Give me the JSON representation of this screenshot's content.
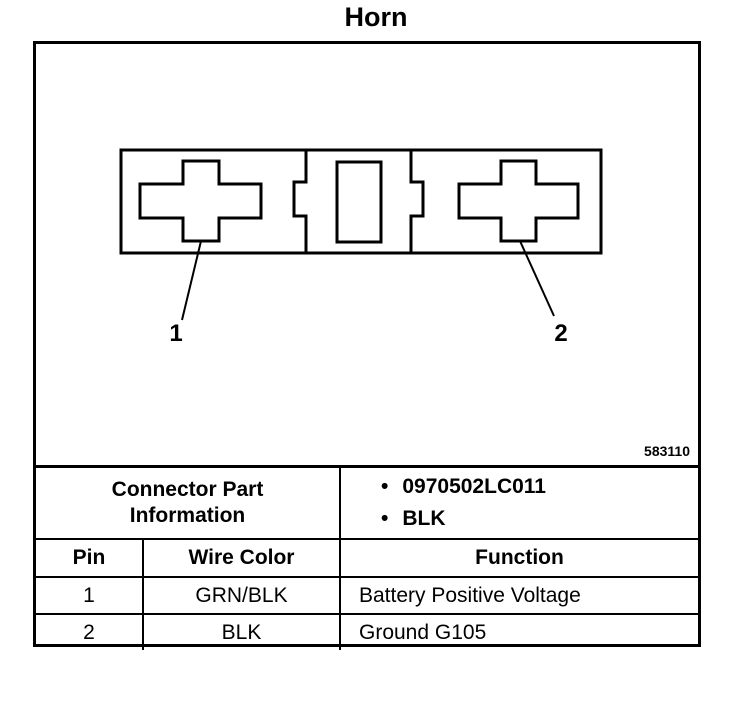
{
  "title": "Horn",
  "figure_id": "583110",
  "pin_labels": [
    "1",
    "2"
  ],
  "connector_info": {
    "label_line1": "Connector Part",
    "label_line2": "Information",
    "values": [
      "0970502LC011",
      "BLK"
    ]
  },
  "table": {
    "headers": [
      "Pin",
      "Wire Color",
      "Function"
    ],
    "rows": [
      {
        "pin": "1",
        "wire_color": "GRN/BLK",
        "function": "Battery Positive Voltage"
      },
      {
        "pin": "2",
        "wire_color": "BLK",
        "function": "Ground G105"
      }
    ]
  }
}
